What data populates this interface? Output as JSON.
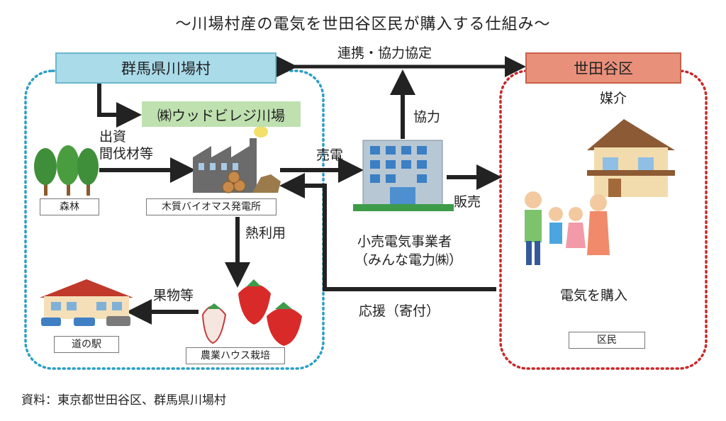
{
  "title": "〜川場村産の電気を世田谷区民が購入する仕組み〜",
  "left_org": "群馬県川場村",
  "right_org": "世田谷区",
  "company_tag": "㈱ウッドビレジ川場",
  "relations": {
    "cooperation_agreement": "連携・協力協定",
    "cooperation": "協力",
    "investment": "出資",
    "thinned_wood": "間伐材等",
    "sell_power": "売電",
    "sales": "販売",
    "heat_use": "熱利用",
    "produce": "果物等",
    "support": "応援（寄付）",
    "mediation": "媒介",
    "buy_power": "電気を購入"
  },
  "nodes": {
    "forest": "森林",
    "biomass_plant": "木質バイオマス発電所",
    "roadside_station": "道の駅",
    "greenhouse": "農業ハウス栽培",
    "residents": "区民"
  },
  "retailer": {
    "line1": "小売電気事業者",
    "line2": "（みんな電力㈱）"
  },
  "source_note": "資料：東京都世田谷区、群馬県川場村",
  "colors": {
    "left_box": "#a9dbe9",
    "right_box": "#e8907a",
    "company_tag": "#bfe1b0",
    "left_border_dotted": "#2a9fc4",
    "right_border_dotted": "#c8282a",
    "arrows": "#222222"
  }
}
